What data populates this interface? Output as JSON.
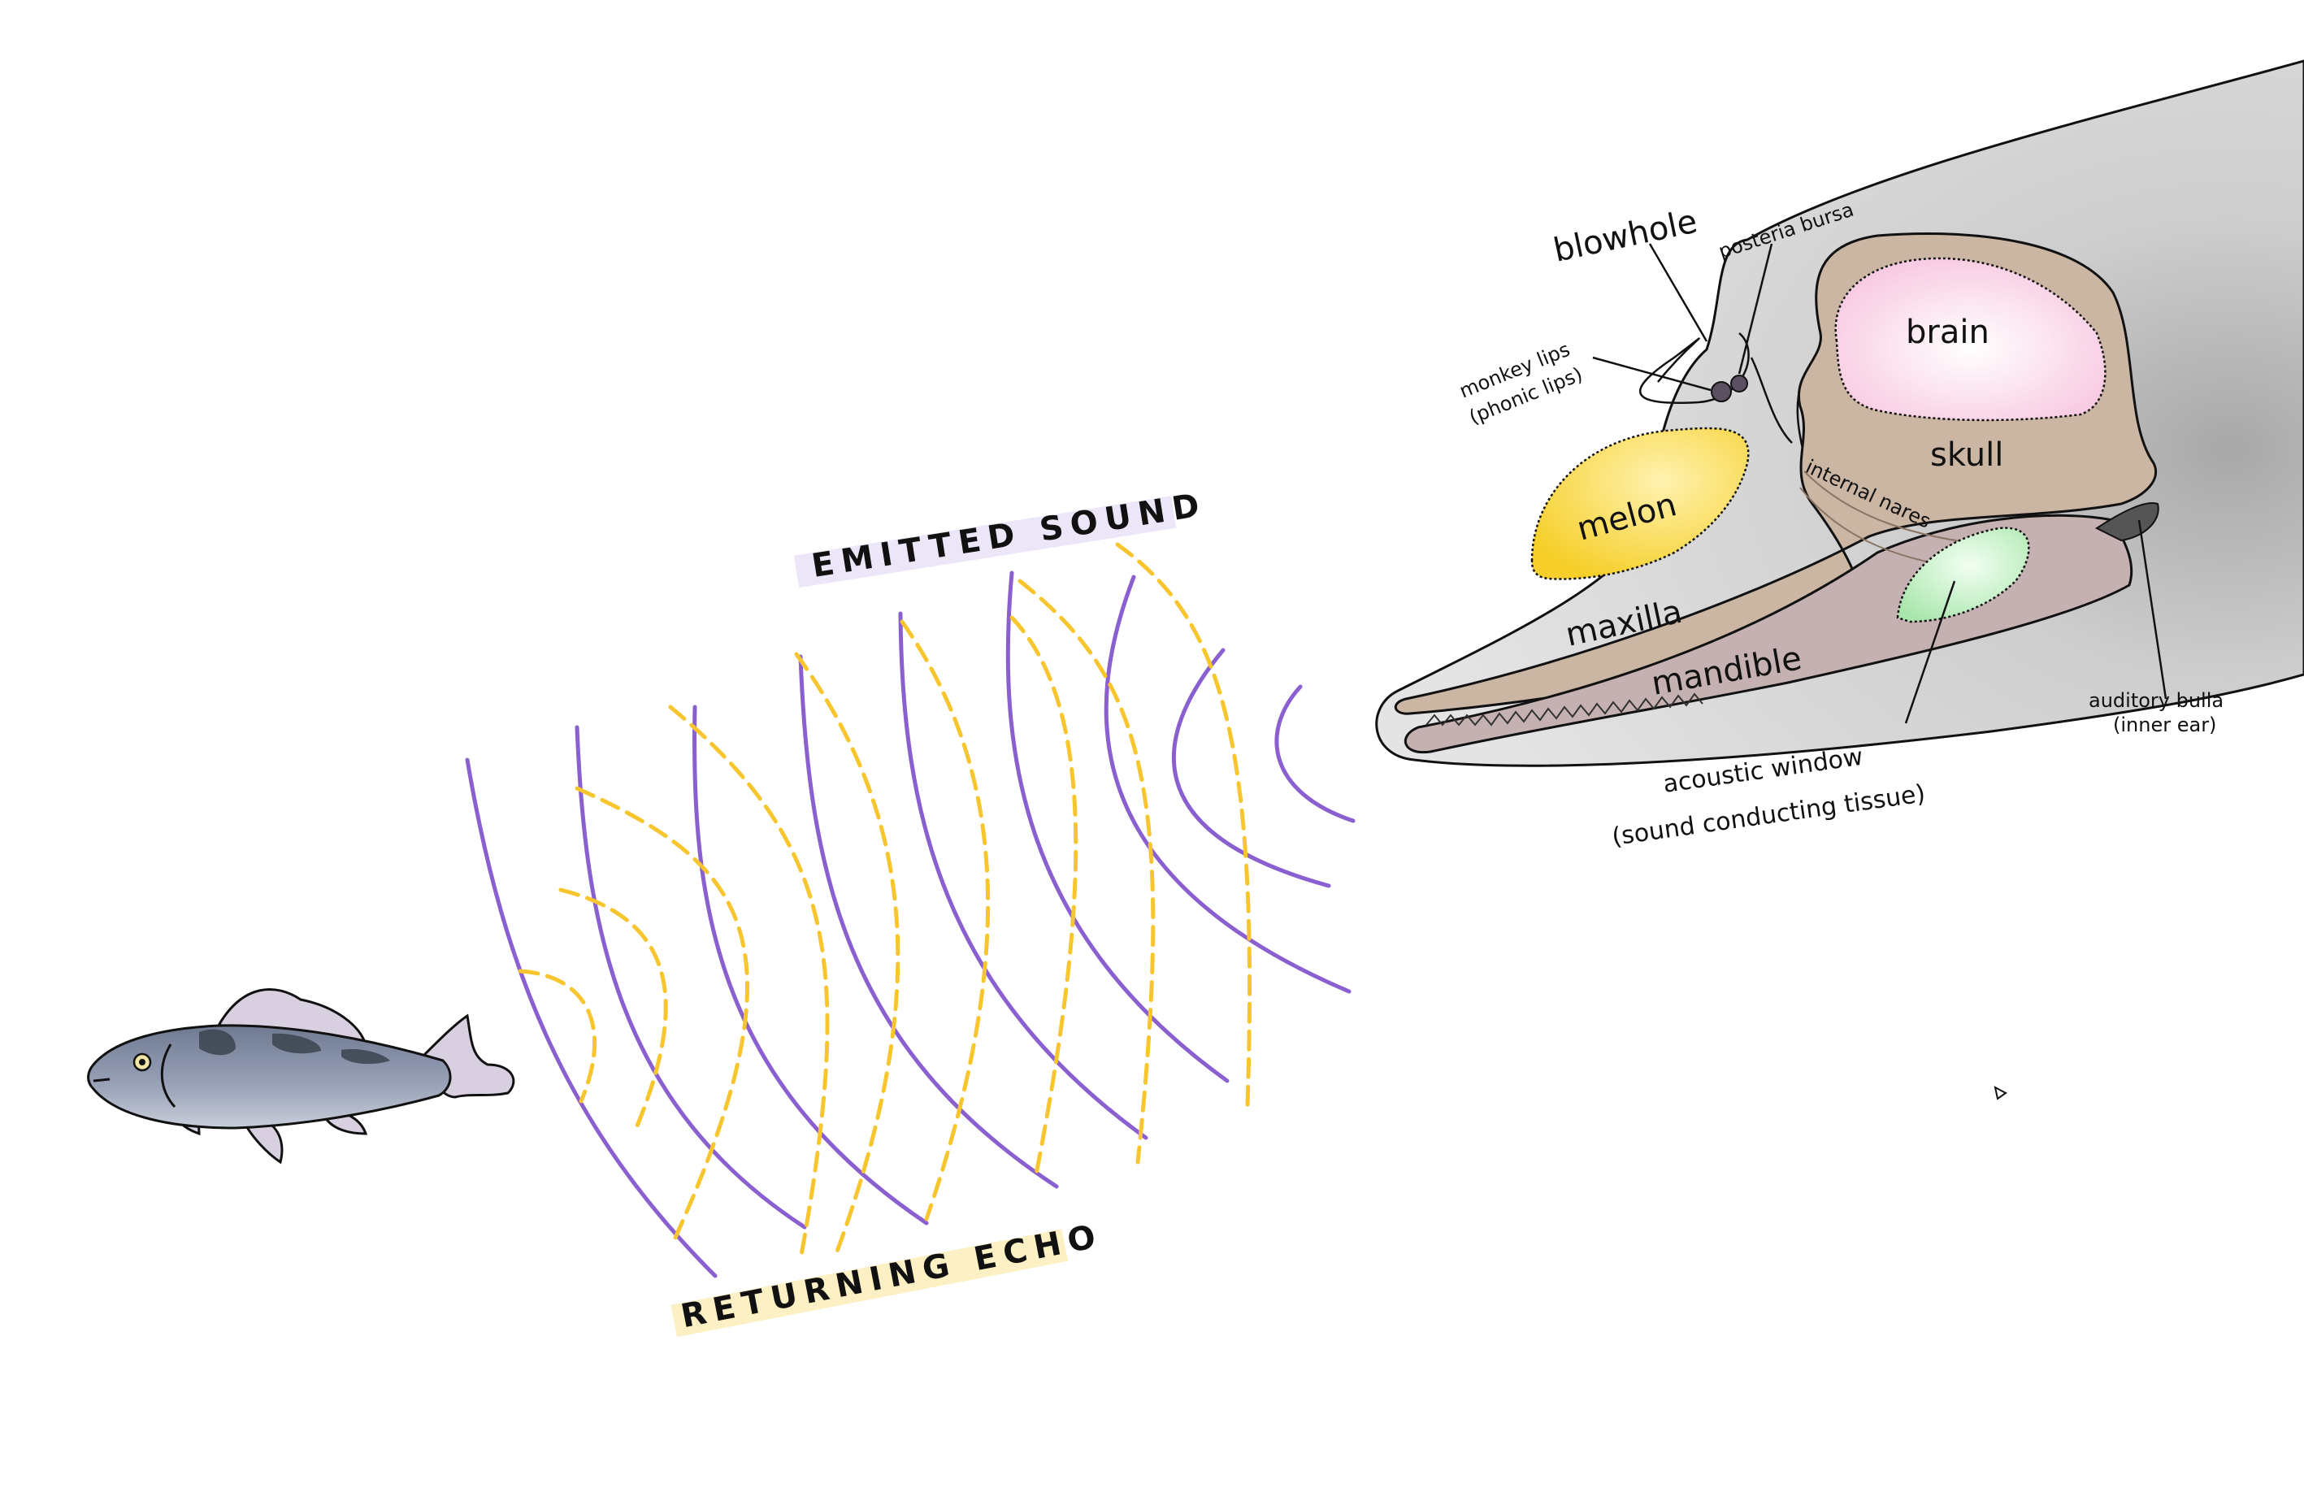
{
  "banners": {
    "emitted": "EMITTED SOUND",
    "returning": "RETURNING ECHO"
  },
  "labels": {
    "blowhole": "blowhole",
    "posteria_bursa": "posteria bursa",
    "monkey_lips_1": "monkey lips",
    "monkey_lips_2": "(phonic lips)",
    "brain": "brain",
    "skull": "skull",
    "melon": "melon",
    "internal_nares": "internal nares",
    "maxilla": "maxilla",
    "mandible": "mandible",
    "auditory_bulla_1": "auditory bulla",
    "auditory_bulla_2": "(inner ear)",
    "acoustic_window_1": "acoustic window",
    "acoustic_window_2": "(sound conducting tissue)"
  },
  "colors": {
    "emitted_wave": "#8a5fcf",
    "echo_wave": "#f7c62f",
    "emitted_banner": "#ece6f8",
    "echo_banner": "#fdf0c4",
    "dolphin_skin": "#cfcfcf",
    "skull": "#cdb9a6",
    "mandible": "#c6b3b3",
    "brain": "#fbd8ea",
    "melon": "#f8d53e",
    "acoustic_window": "#b5ecb7",
    "fish_body": "#8a95ad"
  },
  "icons": {
    "fish": "fish-icon",
    "dolphin": "dolphin-head-icon"
  }
}
